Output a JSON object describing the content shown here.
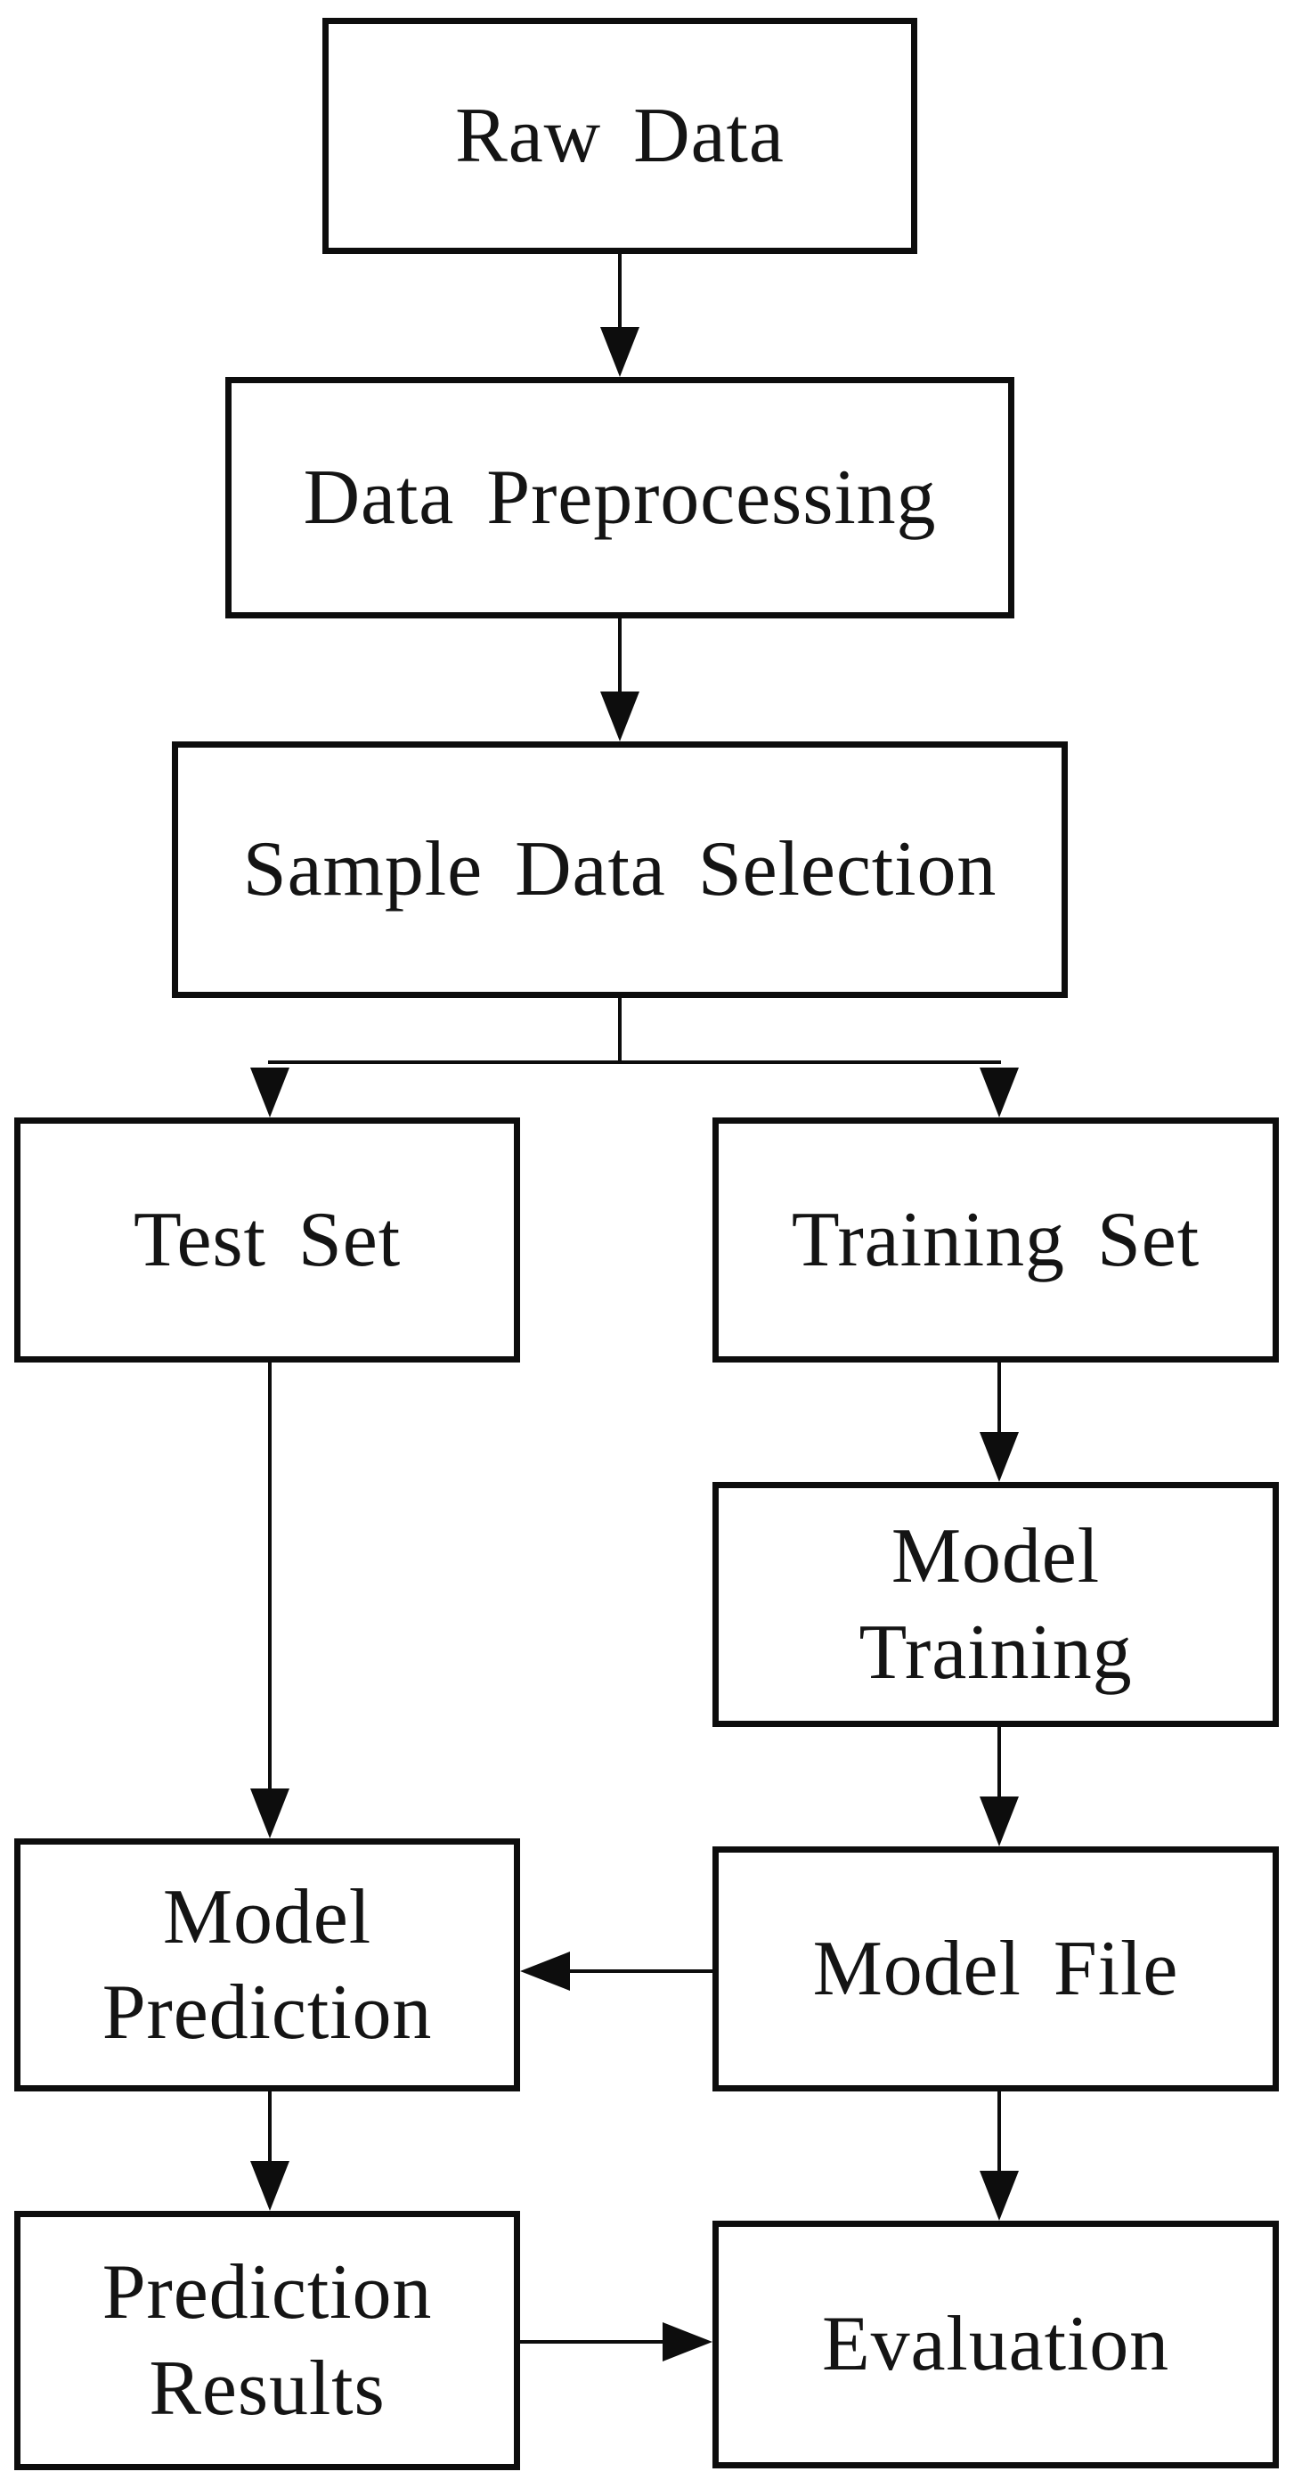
{
  "diagram": {
    "type": "flowchart",
    "nodes": {
      "raw_data": {
        "label": "Raw Data"
      },
      "data_preprocessing": {
        "label": "Data Preprocessing"
      },
      "sample_data_selection": {
        "label": "Sample Data Selection"
      },
      "test_set": {
        "label": "Test Set"
      },
      "training_set": {
        "label": "Training Set"
      },
      "model_training": {
        "label": "Model\nTraining"
      },
      "model_prediction": {
        "label": "Model\nPrediction"
      },
      "model_file": {
        "label": "Model File"
      },
      "prediction_results": {
        "label": "Prediction\nResults"
      },
      "evaluation": {
        "label": "Evaluation"
      }
    },
    "edges": [
      {
        "from": "Raw Data",
        "to": "Data Preprocessing"
      },
      {
        "from": "Data Preprocessing",
        "to": "Sample Data Selection"
      },
      {
        "from": "Sample Data Selection",
        "to": "Test Set"
      },
      {
        "from": "Sample Data Selection",
        "to": "Training Set"
      },
      {
        "from": "Training Set",
        "to": "Model Training"
      },
      {
        "from": "Model Training",
        "to": "Model File"
      },
      {
        "from": "Test Set",
        "to": "Model Prediction"
      },
      {
        "from": "Model File",
        "to": "Model Prediction"
      },
      {
        "from": "Model Prediction",
        "to": "Prediction Results"
      },
      {
        "from": "Model File",
        "to": "Evaluation"
      },
      {
        "from": "Prediction Results",
        "to": "Evaluation"
      }
    ],
    "colors": {
      "line": "#0d0d0d",
      "background": "#ffffff",
      "text": "#141414"
    }
  }
}
